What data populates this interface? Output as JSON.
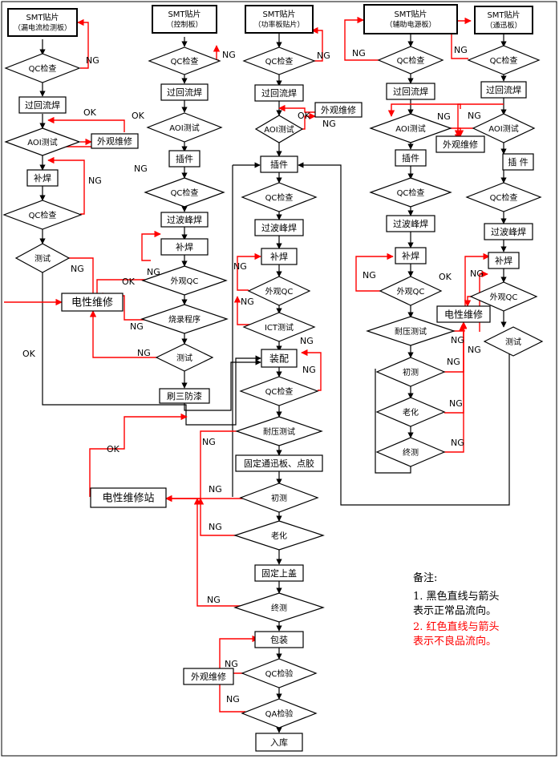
{
  "colors": {
    "normal": "#000000",
    "defect": "#ff0000"
  },
  "labels": {
    "ok": "OK",
    "ng": "NG"
  },
  "columns": {
    "c1": {
      "smt": [
        "SMT贴片",
        "（漏电流检测板）"
      ],
      "qc": "QC检查",
      "reflow": "过回流焊",
      "aoi": "AOI测试",
      "visual_repair": "外观维修",
      "touchup": "补焊",
      "qc2": "QC检查",
      "test": "测试",
      "elec_repair": "电性维修"
    },
    "c2": {
      "smt": [
        "SMT贴片",
        "（控制板）"
      ],
      "qc": "QC检查",
      "reflow": "过回流焊",
      "aoi": "AOI测试",
      "insert": "插件",
      "qc2": "QC检查",
      "wave": "过波峰焊",
      "touchup": "补焊",
      "visual_qc": "外观QC",
      "burn": "烧录程序",
      "test": "测试",
      "coating": "刷三防漆"
    },
    "c3": {
      "smt": [
        "SMT贴片",
        "（功率板贴片）"
      ],
      "qc": "QC检查",
      "reflow": "过回流焊",
      "aoi": "AOI测试",
      "visual_repair": "外观维修",
      "insert": "插件",
      "qc2": "QC检查",
      "wave": "过波峰焊",
      "touchup": "补焊",
      "visual_qc": "外观QC",
      "ict": "ICT测试"
    },
    "c4": {
      "smt": [
        "SMT贴片",
        "（辅助电源板）"
      ],
      "qc": "QC检查",
      "reflow": "过回流焊",
      "aoi": "AOI测试",
      "visual_repair": "外观维修",
      "insert": "插件",
      "qc2": "QC检查",
      "wave": "过波峰焊",
      "touchup": "补焊",
      "visual_qc": "外观QC",
      "hipot": "耐压测试",
      "initial_test": "初测",
      "aging": "老化",
      "final_test": "终测",
      "elec_repair": "电性维修"
    },
    "c5": {
      "smt": [
        "SMT贴片",
        "（通迅板）"
      ],
      "qc": "QC检查",
      "reflow": "过回流焊",
      "aoi": "AOI测试",
      "insert": "插 件",
      "qc2": "QC检查",
      "wave": "过波峰焊",
      "touchup": "补焊",
      "visual_qc": "外观QC",
      "test": "测试"
    },
    "main": {
      "assembly": "装配",
      "qc": "QC检查",
      "hipot": "耐压测试",
      "fix_board": "固定通迅板、点胶",
      "initial_test": "初测",
      "aging": "老化",
      "fix_cover": "固定上盖",
      "final_test": "终测",
      "packing": "包装",
      "qc_inspect": "QC检验",
      "qa_inspect": "QA检验",
      "warehouse": "入库",
      "repair_station": "电性维修站",
      "visual_repair": "外观维修"
    }
  },
  "notes": {
    "title": "备注:",
    "line1a": "1.  黑色直线与箭头",
    "line1b": "表示正常品流向。",
    "line2a": "2.  红色直线与箭头",
    "line2b": "表示不良品流向。"
  }
}
